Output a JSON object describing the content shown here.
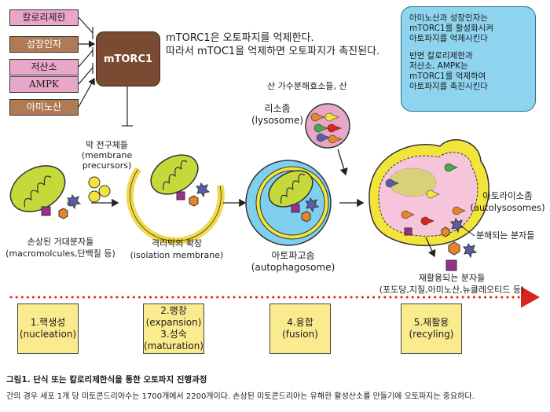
{
  "regulators": [
    "칼로리제한",
    "성장인자",
    "저산소",
    "AMPK",
    "아미노산"
  ],
  "mtorc1": "mTORC1",
  "headline": [
    "mTORC1은 오토파지를 억제한다.",
    "따라서 mTOC1을 억제하면 오토파지가 촉진된다."
  ],
  "note": {
    "para1": [
      "아미노산과 성장인자는",
      "mTORC1를 활성화시켜",
      "아토파지를 억제시킨다"
    ],
    "para2": [
      "반면 칼로리제한과",
      "저산소, AMPK는",
      "mTORC1를 억제하여",
      "아토파지를 촉진시킨다"
    ]
  },
  "labels": {
    "lysosome_top": "산 가수분해효소들, 산",
    "lysosome_name": "리소좀",
    "lysosome_en": "(lysosome)",
    "precursors": [
      "막 전구체들",
      "(membrane",
      "precursors)"
    ],
    "damaged": [
      "손상된 거대분자들",
      "(macromolcules,단백질 등)"
    ],
    "isolation": [
      "격리막의 확장",
      "(isolation membrane)"
    ],
    "autophagosome": [
      "아토파고솜",
      "(autophagosome)"
    ],
    "autolysosome": [
      "아토라이소좀",
      "(autolysosomes)"
    ],
    "degraded": "분해되는 분자들",
    "recycled": [
      "재활용되는 분자들",
      "(포도당,지질,아미노산,뉴클레오티드 등)"
    ]
  },
  "stages": [
    {
      "line1": "1.핵생성",
      "line2": "(nucleation)"
    },
    {
      "line1": "2.팽창",
      "line2": "(expansion)",
      "line3": "3.성숙",
      "line4": "(maturation)"
    },
    {
      "line1": "4.융합",
      "line2": "(fusion)"
    },
    {
      "line1": "5.재활용",
      "line2": "(recyling)"
    }
  ],
  "caption": {
    "title": "그림1. 단식 또는 칼로리제한식을 통한 오토파지 진행과정",
    "body": "간의 경우 세포 1개 당 미토콘드리아수는 1700개에서 2200개이다. 손상된 미토콘드리아는 유해한 활성산소를 만들기에 오토파지는 중요하다."
  },
  "colors": {
    "accent_red": "#d8261e",
    "mtor": "#7b4a33",
    "pink": "#e8a6c8",
    "brown": "#b07a55",
    "note": "#8ed4ef",
    "stage": "#fbeb8f",
    "mito": "#c6d93a"
  }
}
